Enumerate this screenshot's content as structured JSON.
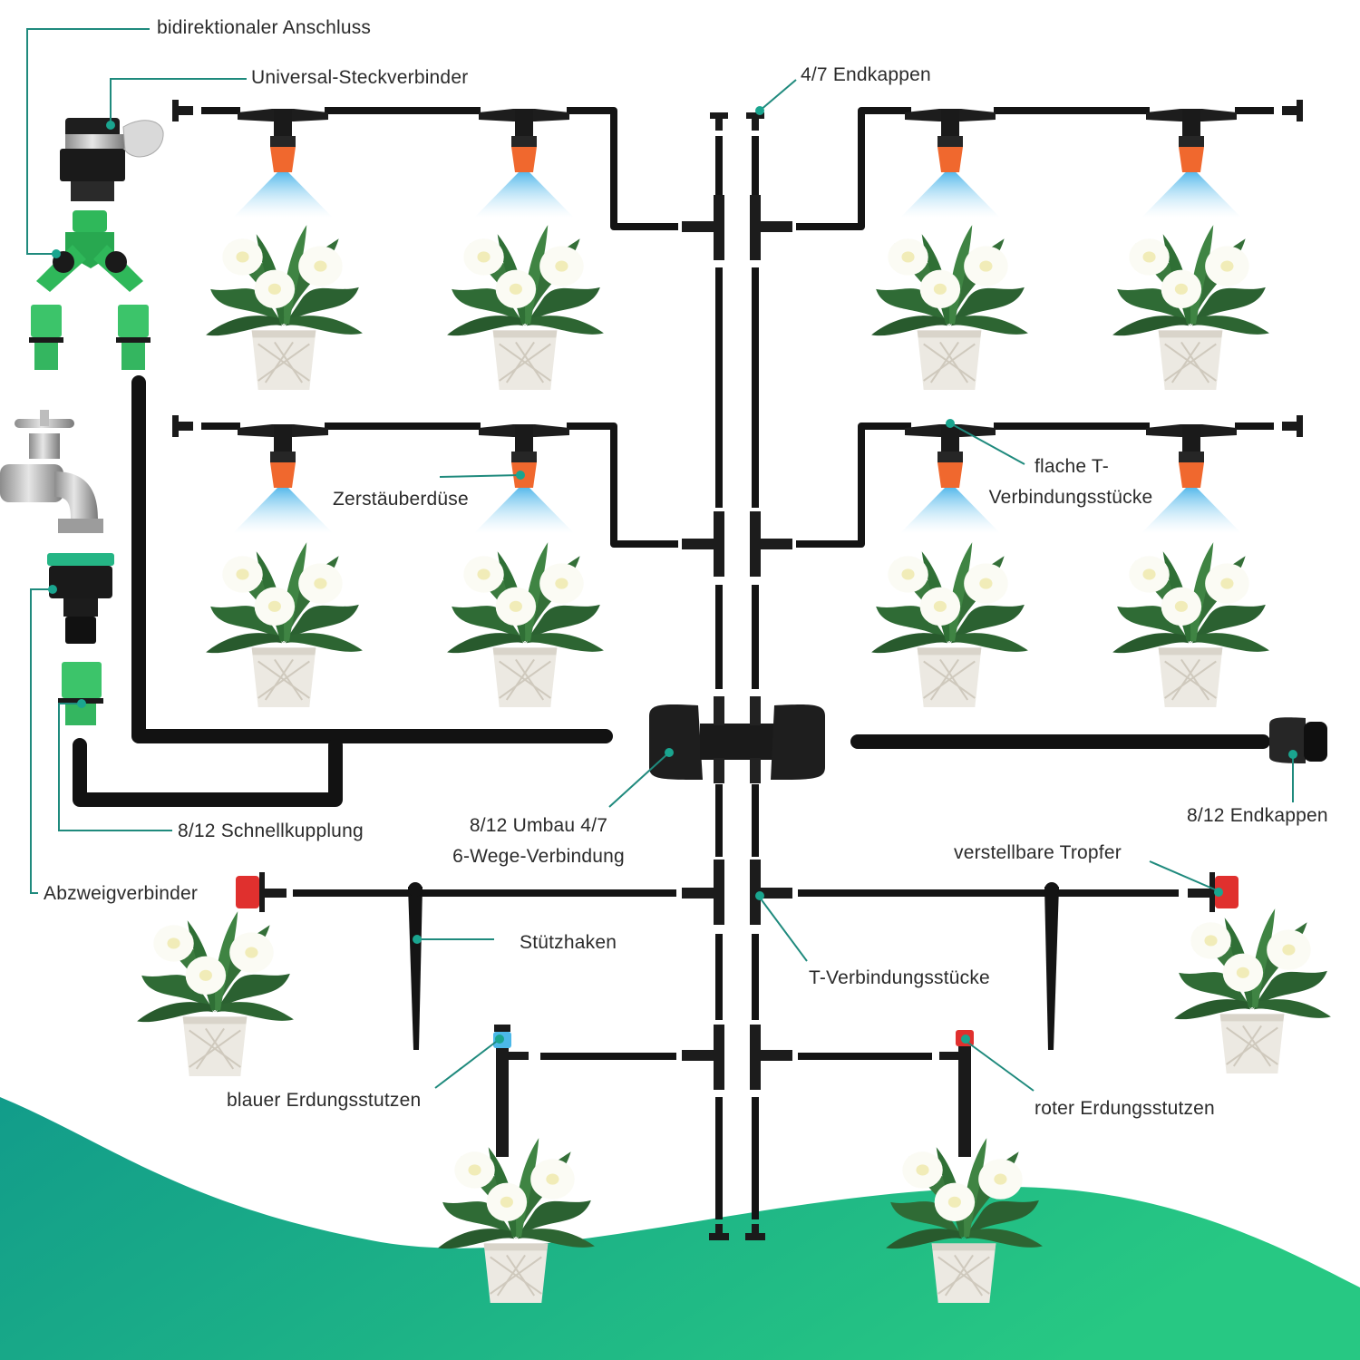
{
  "colors": {
    "background": "#ffffff",
    "wave_gradient_start": "#129c8a",
    "wave_gradient_end": "#27c883",
    "callout_line": "#1f8a7d",
    "callout_dot": "#1aa58f",
    "tube": "#141414",
    "nozzle_orange": "#f0682e",
    "spray_blue": "#6cc7ef",
    "leaf_green": "#2f6b35",
    "flower_white": "#fbfbf4",
    "pot_white": "#ece9e2",
    "hose_green": "#2fb85a",
    "dripper_red": "#e0302e",
    "stake_blue": "#4cb8e8",
    "faucet_silver": "#b8b8b8"
  },
  "labels": {
    "bidirectional_connector": "bidirektionaler Anschluss",
    "universal_connector": "Universal-Steckverbinder",
    "end_caps_4_7": "4/7 Endkappen",
    "mist_nozzle": "Zerstäuberdüse",
    "flat_t_connector_line1": "flache T-",
    "flat_t_connector_line2": "Verbindungsstücke",
    "quick_coupling": "8/12 Schnellkupplung",
    "conversion_line1": "8/12 Umbau 4/7",
    "conversion_line2": "6-Wege-Verbindung",
    "end_caps_8_12": "8/12 Endkappen",
    "adjustable_drippers": "verstellbare Tropfer",
    "branch_connector": "Abzweigverbinder",
    "support_stakes": "Stützhaken",
    "t_connectors": "T-Verbindungsstücke",
    "blue_ground_stake": "blauer Erdungsstutzen",
    "red_ground_stake": "roter Erdungsstutzen"
  },
  "components": [
    {
      "id": "universal-connector",
      "icon": "hose-clamp-adapter-icon"
    },
    {
      "id": "y-splitter",
      "icon": "y-valve-splitter-icon"
    },
    {
      "id": "faucet",
      "icon": "faucet-icon"
    },
    {
      "id": "tap-adapter",
      "icon": "tap-adapter-icon"
    },
    {
      "id": "six-way-connector",
      "icon": "six-way-connector-icon"
    },
    {
      "id": "end-cap-8-12",
      "icon": "end-cap-icon"
    },
    {
      "id": "mist-nozzle",
      "icon": "mist-nozzle-icon"
    },
    {
      "id": "potted-plant",
      "icon": "potted-plant-icon"
    }
  ]
}
